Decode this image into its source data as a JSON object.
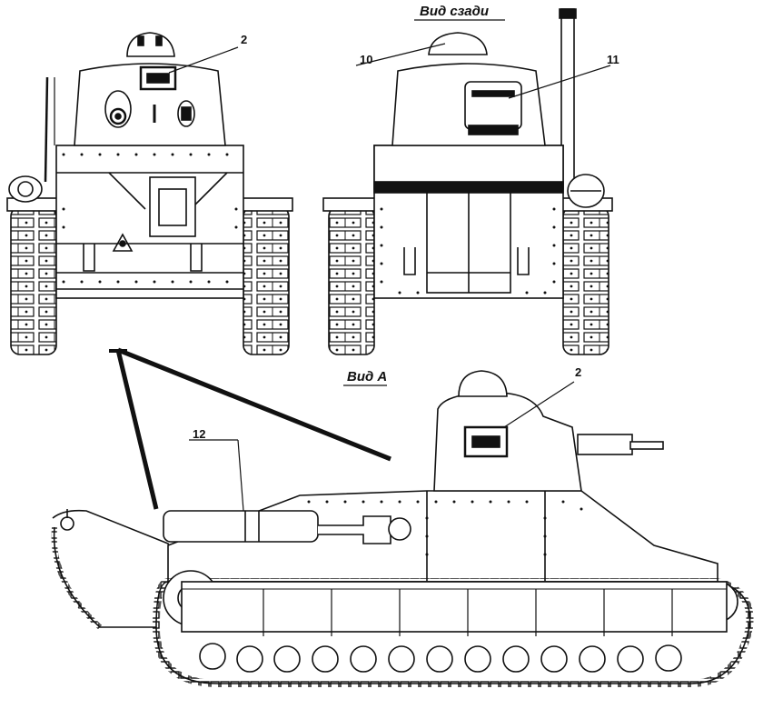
{
  "view_labels": {
    "rear": "Вид сзади",
    "view_a": "Вид А"
  },
  "callouts": {
    "front_2": "2",
    "rear_10": "10",
    "rear_11": "11",
    "side_12": "12",
    "side_2": "2"
  }
}
